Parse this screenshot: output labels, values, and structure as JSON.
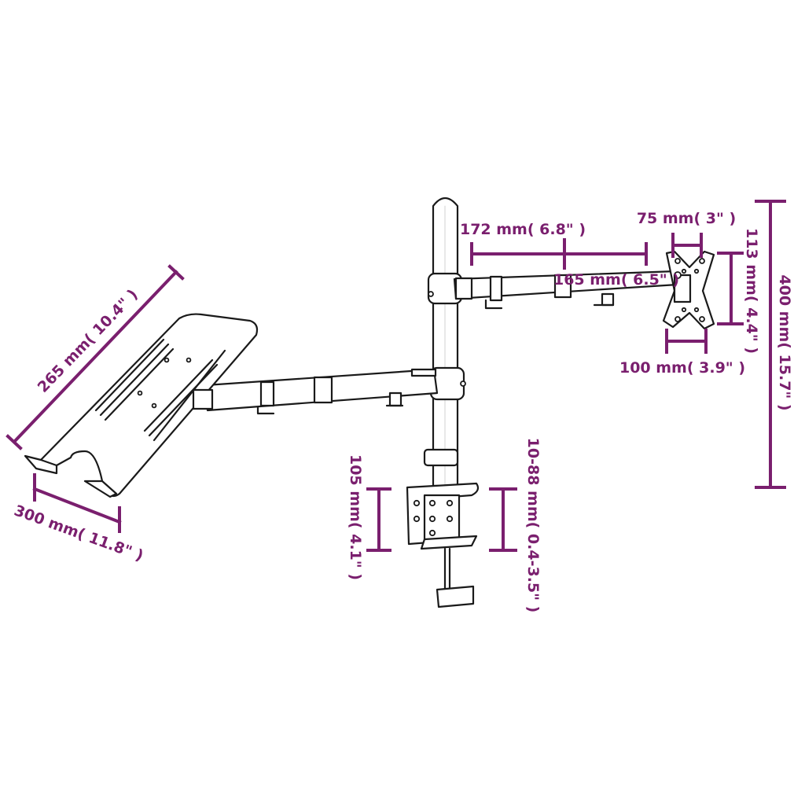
{
  "colors": {
    "dimension": "#7a1f6e",
    "line": "#1a1a1a",
    "background": "#ffffff"
  },
  "dimensions": {
    "tray_depth": "265 mm( 10.4\" )",
    "tray_width": "300 mm( 11.8\" )",
    "clamp_height": "105 mm( 4.1\" )",
    "clamp_range": "10-88 mm( 0.4-3.5\" )",
    "arm_segment_1": "172 mm( 6.8\" )",
    "arm_segment_2": "165 mm( 6.5\" )",
    "vesa_75": "75 mm( 3\" )",
    "vesa_100": "100 mm( 3.9\" )",
    "plate_height": "113 mm( 4.4\" )",
    "pole_height": "400 mm( 15.7\" )"
  }
}
